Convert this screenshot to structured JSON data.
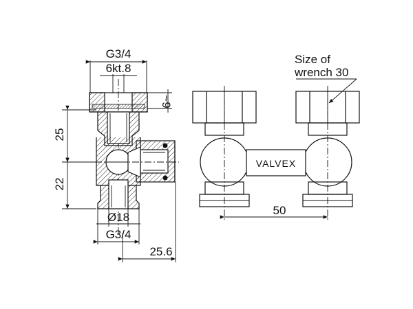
{
  "dimensions": {
    "top_thread": "G3/4",
    "hex": "6kt.8",
    "small_gap": "~9",
    "upper_height": "25",
    "lower_height": "22",
    "bore": "Ø18",
    "bottom_thread": "G3/4",
    "offset": "25.6",
    "center_distance": "50"
  },
  "annotation": {
    "line1": "Size of",
    "line2": "wrench 30"
  },
  "brand": "VALVEX",
  "colors": {
    "line": "#111111",
    "background": "#ffffff"
  }
}
